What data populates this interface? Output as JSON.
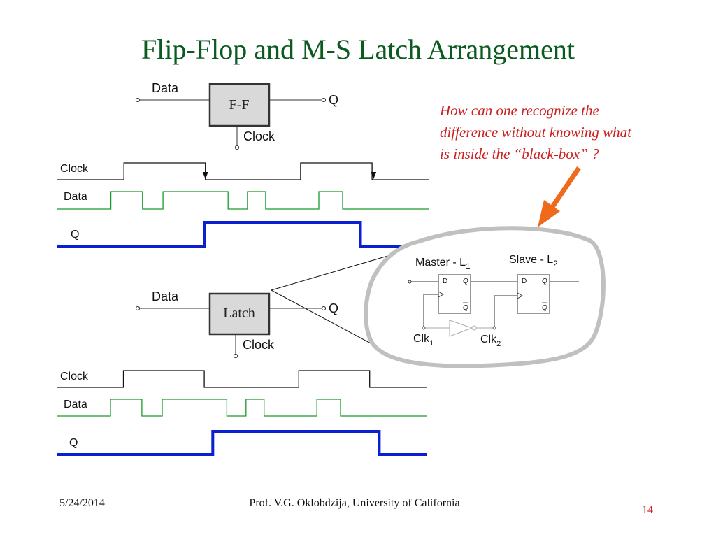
{
  "slide": {
    "title": "Flip-Flop and M-S Latch Arrangement",
    "question": [
      "How can one recognize the",
      "difference without knowing what",
      "is inside the “black-box” ?"
    ]
  },
  "flipflop": {
    "box_label": "F-F",
    "data_label": "Data",
    "q_label": "Q",
    "clock_label": "Clock"
  },
  "latch": {
    "box_label": "Latch",
    "data_label": "Data",
    "q_label": "Q",
    "clock_label": "Clock"
  },
  "waveforms": {
    "ff": {
      "clock": {
        "label": "Clock",
        "color": "#111111",
        "start_level": 0,
        "edges": [
          0.179,
          0.398,
          0.654,
          0.846
        ],
        "edge_arrows": [
          0.398,
          0.85
        ]
      },
      "data": {
        "label": "Data",
        "color": "#1a9a2a",
        "start_level": 0,
        "edges": [
          0.144,
          0.229,
          0.284,
          0.459,
          0.511,
          0.56,
          0.703,
          0.767
        ]
      },
      "q": {
        "label": "Q",
        "color": "#0a1fd1",
        "start_level": 0,
        "edges": [
          0.425,
          0.874
        ]
      }
    },
    "latch": {
      "clock": {
        "label": "Clock",
        "color": "#111111",
        "start_level": 0,
        "edges": [
          0.179,
          0.398,
          0.654,
          0.846
        ]
      },
      "data": {
        "label": "Data",
        "color": "#1a9a2a",
        "start_level": 0,
        "edges": [
          0.144,
          0.229,
          0.284,
          0.459,
          0.511,
          0.56,
          0.703,
          0.767
        ]
      },
      "q": {
        "label": "Q",
        "color": "#0a1fd1",
        "start_level": 0,
        "edges": [
          0.421,
          0.872
        ]
      }
    }
  },
  "ms_latch": {
    "master_label": "Master - L",
    "master_sub": "1",
    "slave_label": "Slave - L",
    "slave_sub": "2",
    "d_pin": "D",
    "q_pin": "Q",
    "clk1_label": "Clk",
    "clk1_sub": "1",
    "clk2_label": "Clk",
    "clk2_sub": "2"
  },
  "footer": {
    "date": "5/24/2014",
    "credit": "Prof. V.G. Oklobdzija, University of California",
    "page": "14"
  },
  "colors": {
    "title": "#0b5a1f",
    "question": "#cc1f1f",
    "arrow": "#f06a1c",
    "blob": "#c0c0c0",
    "box_fill": "#d9d9d9"
  }
}
